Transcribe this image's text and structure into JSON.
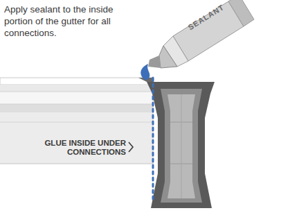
{
  "diagram": {
    "labels": [
      "Apply sealant to the inside portion of the gutter for all connections.",
      "SEALANT",
      "GLUE INSIDE UNDER CONNECTIONS"
    ]
  }
}
